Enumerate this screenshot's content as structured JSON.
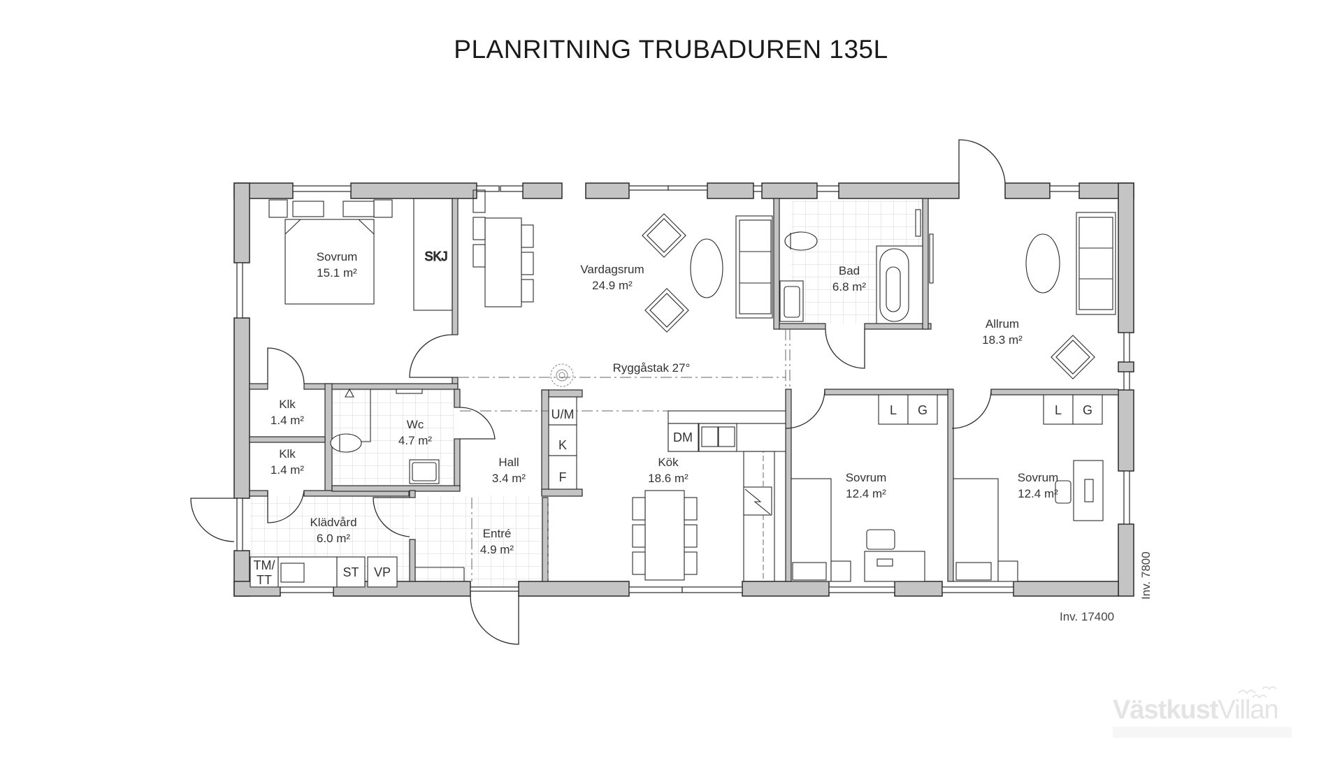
{
  "title": "PLANRITNING TRUBADUREN 135L",
  "rooms": {
    "sovrum_master": {
      "name": "Sovrum",
      "area": "15.1 m²"
    },
    "vardagsrum": {
      "name": "Vardagsrum",
      "area": "24.9 m²"
    },
    "bad": {
      "name": "Bad",
      "area": "6.8 m²"
    },
    "allrum": {
      "name": "Allrum",
      "area": "18.3 m²"
    },
    "klk1": {
      "name": "Klk",
      "area": "1.4 m²"
    },
    "klk2": {
      "name": "Klk",
      "area": "1.4 m²"
    },
    "wc": {
      "name": "Wc",
      "area": "4.7 m²"
    },
    "hall": {
      "name": "Hall",
      "area": "3.4 m²"
    },
    "kok": {
      "name": "Kök",
      "area": "18.6 m²"
    },
    "sovrum2": {
      "name": "Sovrum",
      "area": "12.4 m²"
    },
    "sovrum3": {
      "name": "Sovrum",
      "area": "12.4 m²"
    },
    "kladvard": {
      "name": "Klädvård",
      "area": "6.0 m²"
    },
    "entre": {
      "name": "Entré",
      "area": "4.9 m²"
    }
  },
  "fixtures": {
    "skj": "SKJ",
    "um": "U/M",
    "k": "K",
    "f": "F",
    "dm": "DM",
    "l1": "L",
    "g1": "G",
    "l2": "L",
    "g2": "G",
    "tm": "TM/",
    "tt": "TT",
    "st": "ST",
    "vp": "VP"
  },
  "annotations": {
    "roof": "Ryggåstak 27°",
    "width_dim": "Inv. 17400",
    "depth_dim": "Inv. 7800"
  },
  "logo": {
    "bold": "Västkust",
    "light": "Villan"
  },
  "colors": {
    "wall_fill": "#c4c4c4",
    "line": "#2a2a2a",
    "tile": "#d8d8d8",
    "logo": "#e4e4e4"
  }
}
